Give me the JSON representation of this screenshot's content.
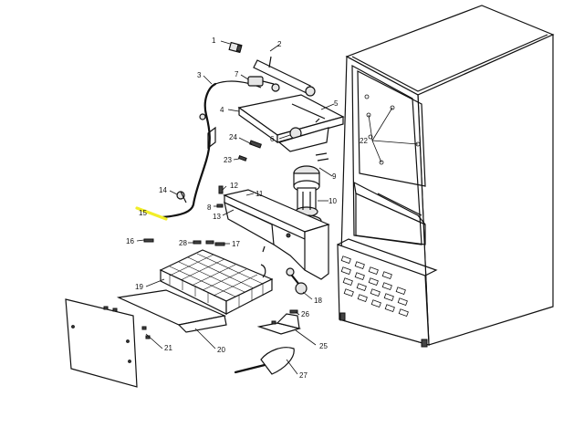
{
  "labels": [
    "1",
    "2",
    "3",
    "4",
    "5",
    "6",
    "7",
    "8",
    "9",
    "10",
    "11",
    "12",
    "13",
    "14",
    "15",
    "16",
    "17",
    "18",
    "19",
    "20",
    "21",
    "22",
    "23",
    "24",
    "25",
    "26",
    "27",
    "28"
  ],
  "highlighted_label": "15",
  "highlight_color": "#f2ee28"
}
